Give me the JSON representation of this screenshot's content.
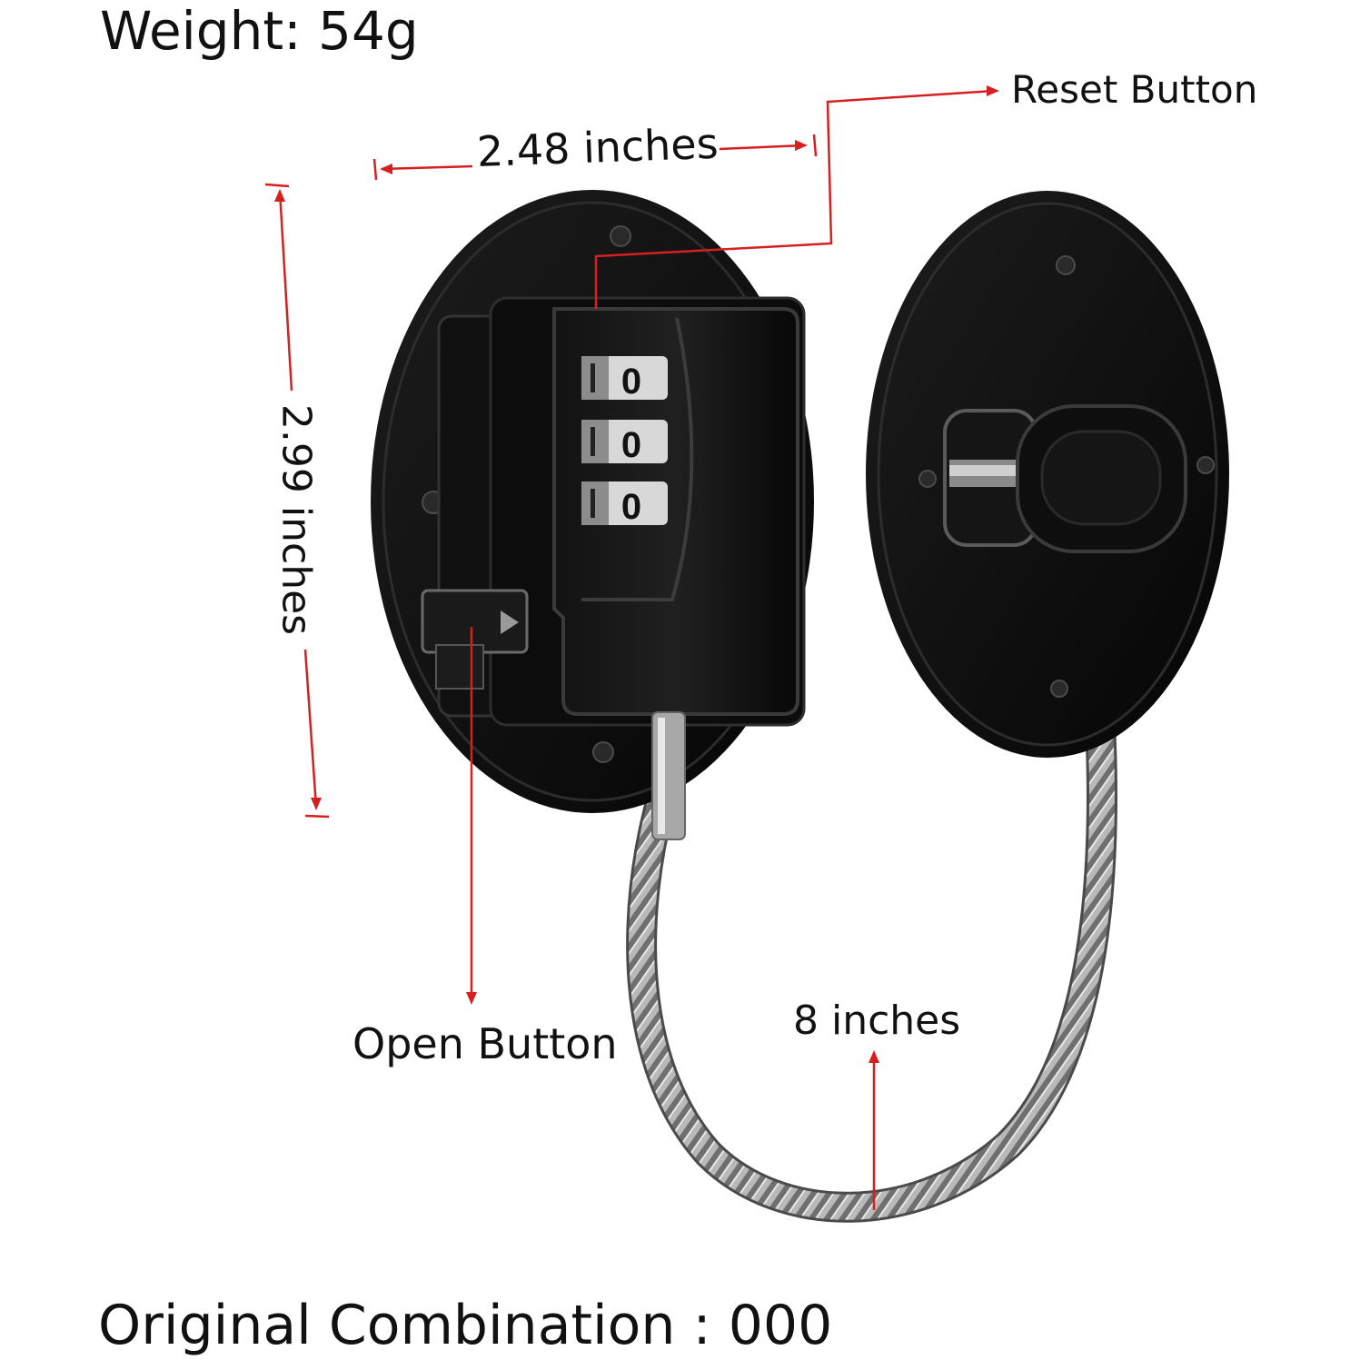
{
  "specs": {
    "weight": "Weight: 54g",
    "original_combination": "Original Combination : 000"
  },
  "callouts": {
    "reset_button": "Reset Button",
    "open_button": "Open Button"
  },
  "dimensions": {
    "width": "2.48 inches",
    "height": "2.99 inches",
    "cable_length": "8 inches"
  },
  "dial": {
    "digits": [
      "0",
      "0",
      "0"
    ]
  },
  "colors": {
    "dimension_line": "#d62020",
    "lock_body": "#0b0b0b",
    "cable": "#9a9a9a"
  },
  "icons": {
    "open_button_arrow": "triangle-right-icon"
  }
}
